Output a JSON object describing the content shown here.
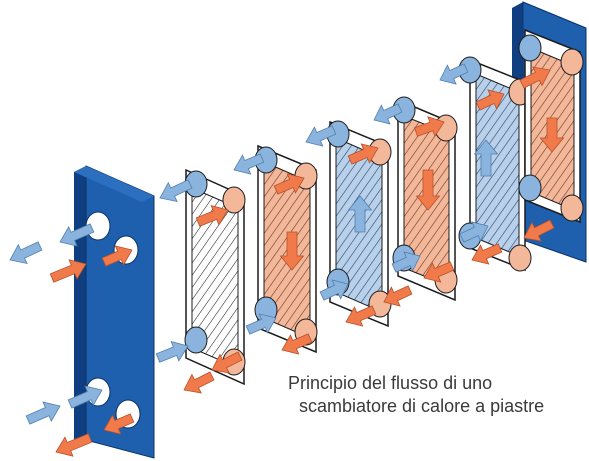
{
  "caption": {
    "line1": "Principio del flusso di uno",
    "line2": "scambiatore di calore a piastre"
  },
  "colors": {
    "frame_blue": "#1e5fae",
    "frame_blue_dark": "#0f3f80",
    "hot_orange": "#f07a4a",
    "hot_plate": "#f3b79a",
    "cold_blue": "#8ab4dd",
    "cold_plate": "#b9d0ea",
    "gasket": "#ffffff",
    "outline": "#1c1c1c"
  },
  "plates": [
    {
      "label": "frame-front",
      "type": "frame"
    },
    {
      "label": "plate-1",
      "type": "neutral",
      "flow": "none"
    },
    {
      "label": "plate-2",
      "type": "hot",
      "flow": "down"
    },
    {
      "label": "plate-3",
      "type": "cold",
      "flow": "up"
    },
    {
      "label": "plate-4",
      "type": "hot",
      "flow": "down"
    },
    {
      "label": "plate-5",
      "type": "cold",
      "flow": "up"
    },
    {
      "label": "frame-back",
      "type": "pressure-plate",
      "flow": "down"
    }
  ]
}
